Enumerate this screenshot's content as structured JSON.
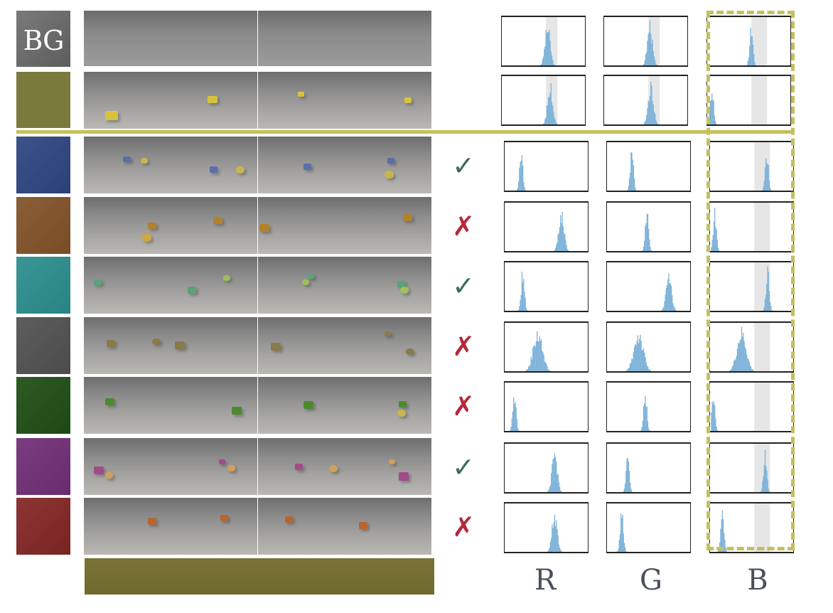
{
  "colors": {
    "accent": "#c4c05c",
    "check": "#3e6f55",
    "cross": "#b5283a",
    "histogram": "#7fb3d9",
    "band": "#e6e6e6",
    "bottom_strip": "#7a7337"
  },
  "background": {
    "label": "BG",
    "swatch": "#6b6b6b"
  },
  "target": {
    "swatch": "#7a7a3c"
  },
  "rows": [
    {
      "swatch": "#3c5288",
      "mark": "✓"
    },
    {
      "swatch": "#8a5e36",
      "mark": "✗"
    },
    {
      "swatch": "#3a9695",
      "mark": "✓"
    },
    {
      "swatch": "#5d5d5d",
      "mark": "✗"
    },
    {
      "swatch": "#2e5a26",
      "mark": "✗"
    },
    {
      "swatch": "#7a3d7f",
      "mark": "✓"
    },
    {
      "swatch": "#8b3535",
      "mark": "✗"
    }
  ],
  "channels": [
    "R",
    "G",
    "B"
  ],
  "histograms": [
    [
      0.55,
      0.55,
      0.53
    ],
    [
      0.58,
      0.56,
      0.06
    ],
    [
      0.2,
      0.3,
      0.68
    ],
    [
      0.68,
      0.48,
      0.06
    ],
    [
      0.22,
      0.74,
      0.69
    ],
    [
      0.4,
      0.38,
      0.38
    ],
    [
      0.12,
      0.46,
      0.04
    ],
    [
      0.6,
      0.25,
      0.66
    ],
    [
      0.6,
      0.18,
      0.15
    ]
  ],
  "highlight_band": 0.57
}
